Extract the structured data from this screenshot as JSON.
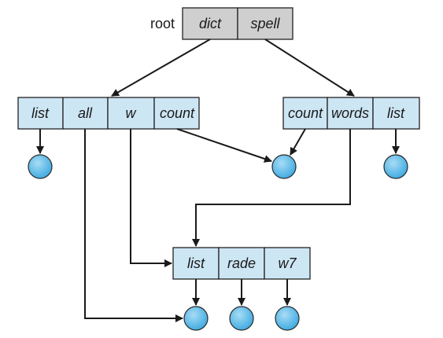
{
  "root": {
    "label": "root",
    "cells": [
      "dict",
      "spell"
    ]
  },
  "left_dir": {
    "cells": [
      "list",
      "all",
      "w",
      "count"
    ]
  },
  "right_dir": {
    "cells": [
      "count",
      "words",
      "list"
    ]
  },
  "bottom_dir": {
    "cells": [
      "list",
      "rade",
      "w7"
    ]
  },
  "colors": {
    "directory_cell": "#cde6f4",
    "root_cell": "#cfcfcf",
    "file_node": "#4fb6e8",
    "line": "#1a1a1a"
  },
  "icons": {
    "file_node": "circle",
    "edge": "arrow"
  }
}
